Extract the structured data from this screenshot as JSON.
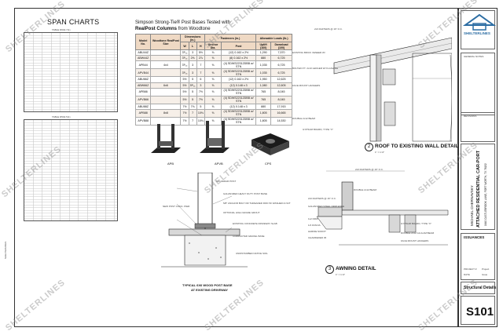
{
  "span_charts": {
    "title": "SPAN CHARTS",
    "table_top_title": "TABLE R602.7(1)",
    "table_bottom_title": "TABLE R502.5(1)"
  },
  "post_bases": {
    "heading_line1": "Simpson Strong-Tie® Post Bases Tested with",
    "heading_brand": "RealPost Columns",
    "heading_suffix": "from Woodtone",
    "columns": [
      "Model No.",
      "Woodtone RealPost Size",
      "W",
      "L",
      "H",
      "Anchor Dia.",
      "Post",
      "Uplift (160)",
      "Download (100)"
    ],
    "group_headers": {
      "dimensions": "Dimensions (in.)",
      "fasteners": "Fasteners (in.)",
      "loads": "Allowable Loads (lb.)"
    },
    "rows": [
      [
        "ABU44Z",
        "",
        "3⁹⁄₁₆",
        "3",
        "5½",
        "⅝",
        "(12) 0.162 x 2½",
        "1,290",
        "7,570"
      ],
      [
        "ABW44Z",
        "",
        "3⁹⁄₁₆",
        "2⅜",
        "2⅞",
        "⅝",
        "(8) 0.162 x 2½",
        "880",
        "6,725"
      ],
      [
        "APB44",
        "4x4",
        "3⁹⁄₁₆",
        "3",
        "7",
        "⅝",
        "(4) SDWS22312DBB w/ STN",
        "1,035",
        "6,725"
      ],
      [
        "APVB44",
        "",
        "3⁹⁄₁₆",
        "3",
        "7",
        "⅝",
        "(4) SDWS22312DBB w/ STN",
        "1,035",
        "6,725"
      ],
      [
        "ABU66Z",
        "",
        "5½",
        "5",
        "6",
        "⅝",
        "(12) 0.162 x 2½",
        "1,950",
        "12,625"
      ],
      [
        "ABW66Z",
        "6x6",
        "5½",
        "5⁵⁄₁₆",
        "3",
        "⅝",
        "(12) 0.148 x 3",
        "1,080",
        "12,605"
      ],
      [
        "APB66",
        "",
        "5½",
        "5",
        "7½",
        "⅝",
        "(4) SDWS22312DBB w/ STN",
        "765",
        "8,045"
      ],
      [
        "APVB66",
        "",
        "5½",
        "5",
        "7½",
        "⅝",
        "(4) SDWS22312DBB w/ STN",
        "765",
        "8,045"
      ],
      [
        "ABU88Z",
        "",
        "7½",
        "7⅛",
        "5",
        "⅝",
        "(12) 0.148 x 3",
        "880",
        "17,915"
      ],
      [
        "APB88",
        "8x8",
        "7½",
        "7",
        "10⅛",
        "⅝",
        "(4) SDWS22312DBB w/ STN",
        "1,805",
        "16,665"
      ],
      [
        "APVB88",
        "",
        "7½",
        "7",
        "10⅛",
        "⅝",
        "(4) SDWS22312DBB w/ STN",
        "1,805",
        "14,530"
      ]
    ],
    "product_labels": [
      "APB",
      "APVB",
      "CPS"
    ]
  },
  "post_detail": {
    "title_line1": "TYPICAL 6X6 WOOD POST BASE",
    "title_line2": "AT EXISTING DRIVEWAY",
    "notes": [
      "6x6 CEDAR POST",
      "GALVANIZED HEAVY DUTY POST BASE",
      "5/8\" ANCHOR BOLT OR THREADED ROD W/ WASHER & NUT",
      "OPTIONAL HIGH GRADE GROUT",
      "EXISTING CONCRETE DRIVEWAY SLAB",
      "COMPACTED GRAVEL BASE",
      "NEW POST CONC. PIER",
      "UNDISTURBED NATIVE SOIL"
    ]
  },
  "roof_detail": {
    "number": "2",
    "title": "ROOF TO EXISTING WALL DETAIL",
    "scale": "1\" = 1'-0\"",
    "notes": [
      "2x6 RAFTERS @ 16\" O.C.",
      "EXISTING BRICK VENEER W/",
      "BOLTED P.T. 2x10 LEDGER W/ FLASHING",
      "FACE MOUNT HANGERS",
      "DOUBLE 2x12 BEAM",
      "GYPSUM BOARD, TYPE \"X\""
    ]
  },
  "awning_detail": {
    "number": "3",
    "title": "AWNING DETAIL",
    "scale": "1\" = 1'-0\"",
    "notes": [
      "2x6 RAFTERS @ 16\" O.C.",
      "DOUBLE 2x12 BEAM",
      "2x6 RAFTERS @ 16\" O.C.",
      "GALVANIZED STEEL DRIP EDGE",
      "1x2 DRIP",
      "1/4 FASCIA",
      "HARDIE SOFFIT",
      "CHAMFERED 45",
      "GYPSUM BOARD, TYPE \"X\"",
      "DOUBLE 2x12 GLULAM BEAM",
      "FACE MOUNT HANGERS"
    ]
  },
  "title_block": {
    "company": "SHELTERLINES",
    "general_notes": "GENERAL NOTES",
    "revisions": "REVISIONS",
    "owner": "MICHAEL CHERNAVSKY",
    "project_line1": "ATTACHED RESIDENTIAL CAR-PORT",
    "address": "1640 CASTLEBROOK LANE, FORT WORTH, TX 76132",
    "issuances": "ISSUANCES",
    "project_label": "PROJECT #",
    "project_value": "Project",
    "date_label": "DATE",
    "date_value": "Issue",
    "sheet_title": "Structural Details",
    "sheet_number": "S101"
  },
  "watermark": "SHELTERLINES",
  "colors": {
    "table_header": "#efd9c4",
    "watermark": "#8c8c8c"
  }
}
